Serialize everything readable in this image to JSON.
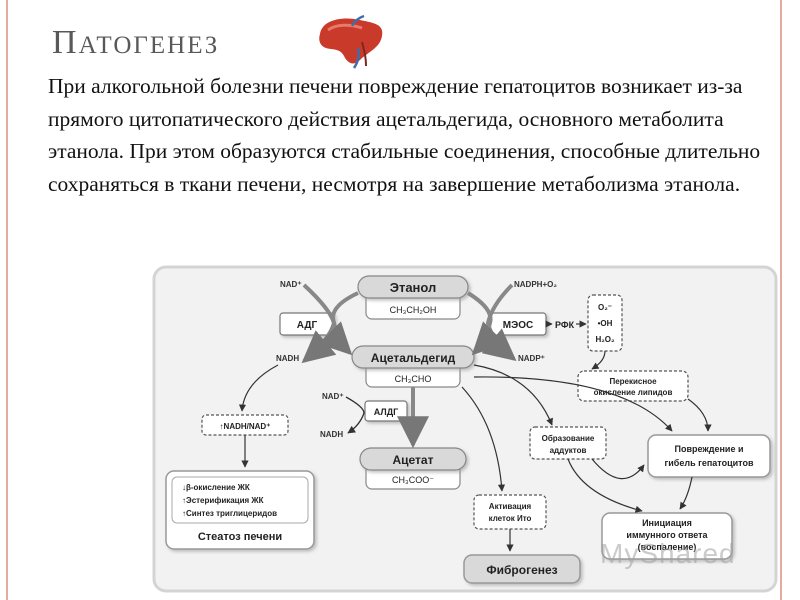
{
  "slide": {
    "title_first": "П",
    "title_rest": "АТОГЕНЕЗ",
    "intro": "При алкогольной болезни печени повреждение гепатоцитов возникает из-за прямого цитопатического действия ацетальдегида, основного метаболита этанола. При этом образуются стабильные соединения, способные длительно сохраняться в ткани печени, несмотря на завершение метаболизма этанола."
  },
  "diagram": {
    "ethanol": {
      "title": "Этанол",
      "formula": "CH₃CH₂OH"
    },
    "acetaldehyde": {
      "title": "Ацетальдегид",
      "formula": "CH₃CHO"
    },
    "acetate": {
      "title": "Ацетат",
      "formula": "CH₃COO⁻"
    },
    "adh": "АДГ",
    "meos": "МЭОС",
    "aldh": "АЛДГ",
    "nad_plus_top": "NAD⁺",
    "nadh_left": "NADH",
    "nad_plus_mid": "NAD⁺",
    "nadh_mid": "NADH",
    "nadph_o2": "NADPH+O₂",
    "nadp_plus": "NADP⁺",
    "rfk": "РФК",
    "ros": [
      "O₂⁻",
      "•OH",
      "H₂O₂"
    ],
    "lipid_peroxidation": [
      "Перекисное",
      "окисление липидов"
    ],
    "nadh_ratio": "↑NADH/NAD⁺",
    "steatosis_items": [
      "↓β-окисление ЖК",
      "↑Эстерификация ЖК",
      "↑Синтез триглицеридов"
    ],
    "steatosis_title": "Стеатоз печени",
    "adducts": [
      "Образование",
      "аддуктов"
    ],
    "hepatocyte_damage": [
      "Повреждение и",
      "гибель гепатоцитов"
    ],
    "ito_activation": [
      "Активация",
      "клеток Ито"
    ],
    "immune": [
      "Инициация",
      "иммунного ответа",
      "(воспаление)"
    ],
    "fibrogenesis": "Фиброгенез"
  },
  "watermark": "MyShared",
  "colors": {
    "title": "#595959",
    "edge": "#e8a9a0",
    "box": "#ffffff",
    "panel": "#f2f2f2",
    "header_pill": "#d9d9d9",
    "text": "#222222",
    "liver": "#c93a2a"
  },
  "icons": [
    "liver-icon"
  ]
}
